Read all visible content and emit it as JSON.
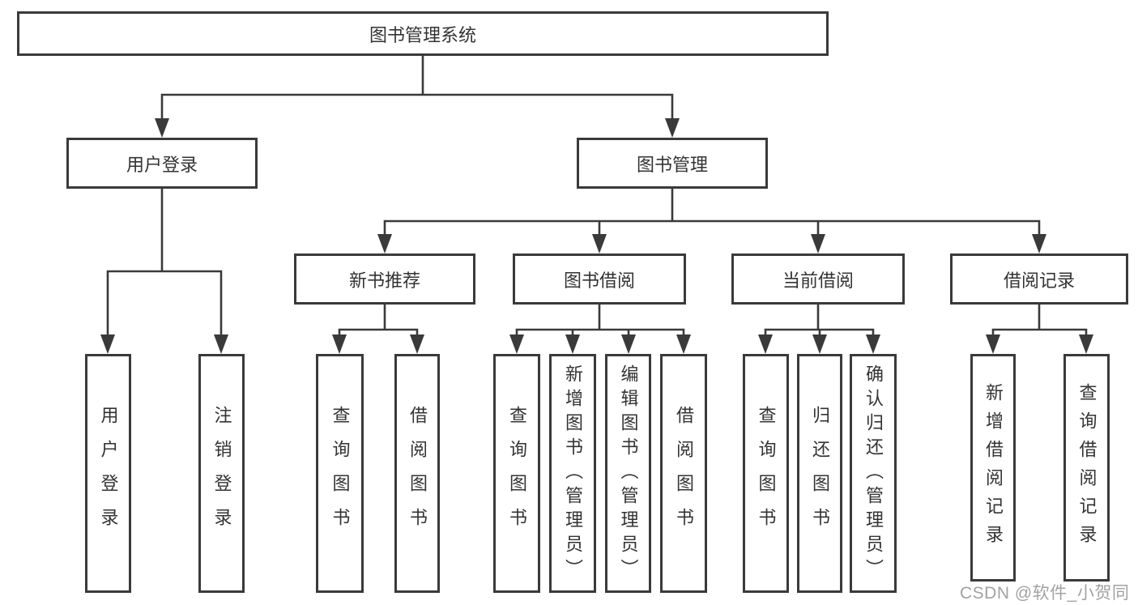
{
  "title": "图书管理系统",
  "colors": {
    "line": "#3a3a3a",
    "box_border": "#3a3a3a",
    "box_fill": "#ffffff",
    "text": "#333333",
    "background": "#ffffff",
    "watermark": "#a2a2a2"
  },
  "nodes": {
    "root": "图书管理系统",
    "user_login": "用户登录",
    "book_mgmt": "图书管理",
    "new_book_rec": "新书推荐",
    "book_borrow": "图书借阅",
    "current_borrow": "当前借阅",
    "borrow_records": "借阅记录",
    "leaf_user_login": "用户登录",
    "leaf_logout": "注销登录",
    "leaf_query_book_a": "查询图书",
    "leaf_borrow_book_a": "借阅图书",
    "leaf_query_book_b": "查询图书",
    "leaf_add_book_admin": "新增图书（管理员）",
    "leaf_edit_book_admin": "编辑图书（管理员）",
    "leaf_borrow_book_b": "借阅图书",
    "leaf_query_book_c": "查询图书",
    "leaf_return_book": "归还图书",
    "leaf_confirm_return_admin": "确认归还（管理员）",
    "leaf_add_borrow_record": "新增借阅记录",
    "leaf_query_borrow_record": "查询借阅记录"
  },
  "hierarchy": {
    "图书管理系统": [
      "用户登录",
      "图书管理"
    ],
    "用户登录": [
      "用户登录",
      "注销登录"
    ],
    "图书管理": [
      "新书推荐",
      "图书借阅",
      "当前借阅",
      "借阅记录"
    ],
    "新书推荐": [
      "查询图书",
      "借阅图书"
    ],
    "图书借阅": [
      "查询图书",
      "新增图书（管理员）",
      "编辑图书（管理员）",
      "借阅图书"
    ],
    "当前借阅": [
      "查询图书",
      "归还图书",
      "确认归还（管理员）"
    ],
    "借阅记录": [
      "新增借阅记录",
      "查询借阅记录"
    ]
  },
  "watermark": "CSDN @软件_小贺同学"
}
